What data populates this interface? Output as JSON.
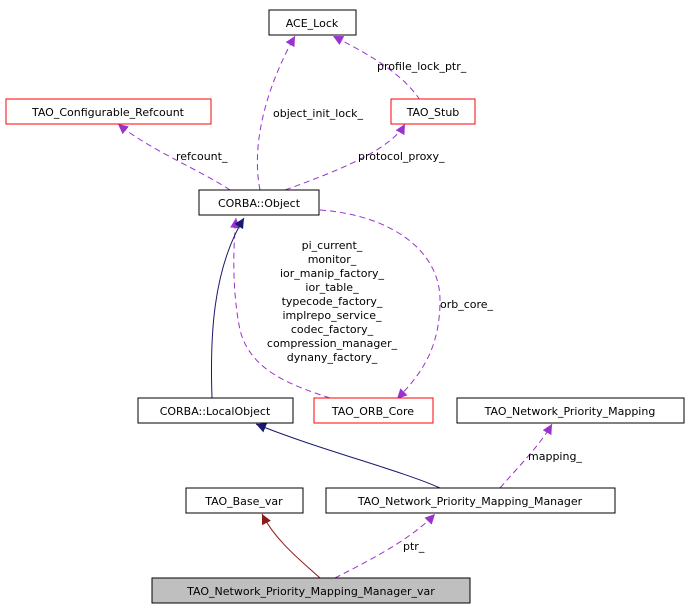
{
  "colors": {
    "normal_border": "#000000",
    "red_border": "#ff0000",
    "focus_fill": "#bfbfbf",
    "usage_edge": "#9a32cd",
    "inherit_edge": "#191970",
    "private_inherit_edge": "#8b1a1a"
  },
  "nodes": {
    "ace_lock": "ACE_Lock",
    "tao_configurable_refcount": "TAO_Configurable_Refcount",
    "tao_stub": "TAO_Stub",
    "corba_object": "CORBA::Object",
    "corba_localobject": "CORBA::LocalObject",
    "tao_orb_core": "TAO_ORB_Core",
    "tao_network_priority_mapping": "TAO_Network_Priority_Mapping",
    "tao_base_var": "TAO_Base_var",
    "tao_network_priority_mapping_manager": "TAO_Network_Priority_Mapping_Manager",
    "tao_network_priority_mapping_manager_var": "TAO_Network_Priority_Mapping_Manager_var"
  },
  "edge_labels": {
    "profile_lock_ptr": "profile_lock_ptr_",
    "object_init_lock": "object_init_lock_",
    "refcount": "refcount_",
    "protocol_proxy": "protocol_proxy_",
    "orb_core": "orb_core_",
    "mapping": "mapping_",
    "ptr": "ptr_",
    "orb_core_members": [
      "pi_current_",
      "monitor_",
      "ior_manip_factory_",
      "ior_table_",
      "typecode_factory_",
      "implrepo_service_",
      "codec_factory_",
      "compression_manager_",
      "dynany_factory_"
    ]
  }
}
